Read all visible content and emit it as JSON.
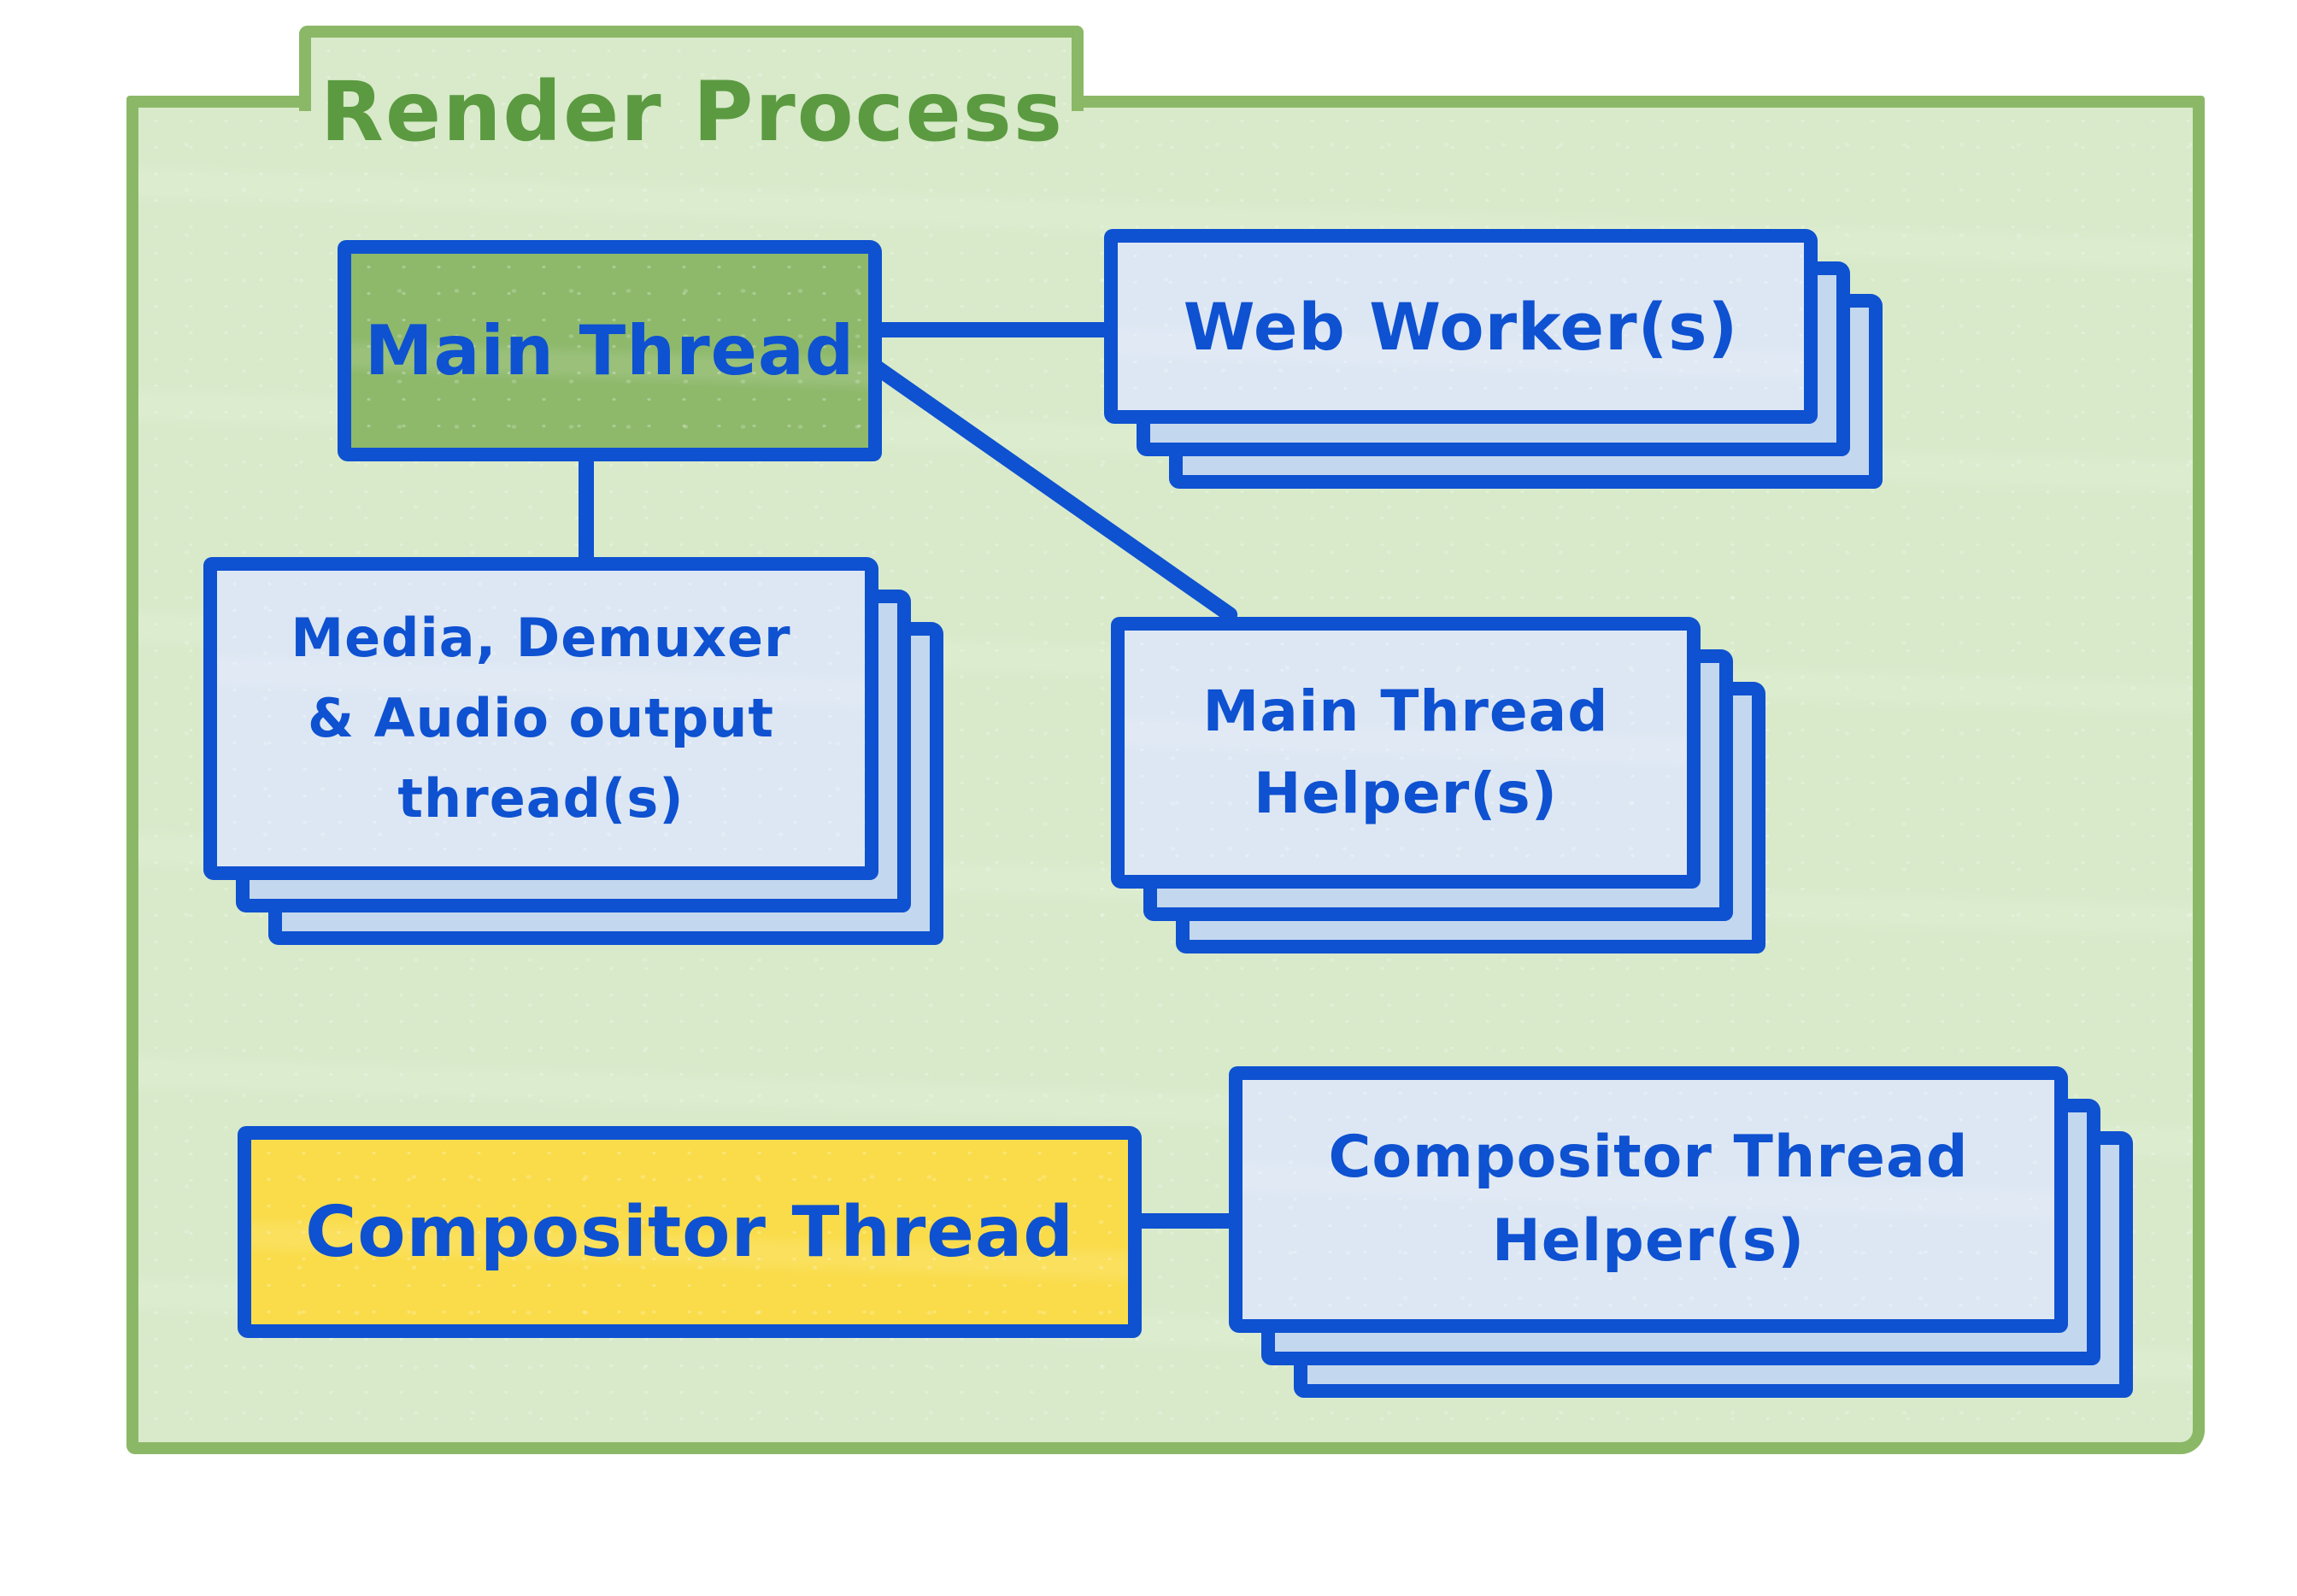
{
  "diagram": {
    "title": "Render Process",
    "nodes": {
      "main_thread": {
        "label": "Main Thread"
      },
      "web_workers": {
        "label": "Web Worker(s)"
      },
      "media_threads": {
        "line1": "Media, Demuxer",
        "line2": "& Audio output",
        "line3": "thread(s)"
      },
      "main_thread_helpers": {
        "line1": "Main Thread",
        "line2": "Helper(s)"
      },
      "compositor_thread": {
        "label": "Compositor Thread"
      },
      "compositor_thread_helpers": {
        "line1": "Compositor Thread",
        "line2": "Helper(s)"
      }
    },
    "edges": [
      {
        "from": "Main Thread",
        "to": "Web Worker(s)"
      },
      {
        "from": "Main Thread",
        "to": "Media, Demuxer & Audio output thread(s)"
      },
      {
        "from": "Main Thread",
        "to": "Main Thread Helper(s)"
      },
      {
        "from": "Compositor Thread",
        "to": "Compositor Thread Helper(s)"
      }
    ],
    "colors": {
      "ink_blue": "#0e51d1",
      "card_front": "#dde7f3",
      "card_back": "#c3d7ee",
      "main_thread_green": "#8eb96b",
      "compositor_yellow": "#fadc4a",
      "folder_fill": "#d8eaca",
      "folder_border": "#8bb867",
      "title_green": "#5b9a41",
      "page_background": "#ffffff"
    }
  }
}
